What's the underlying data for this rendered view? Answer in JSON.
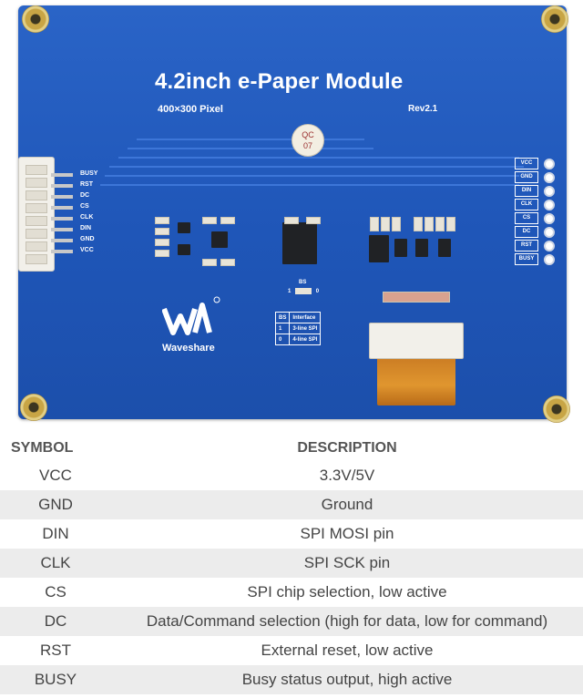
{
  "board": {
    "title": "4.2inch  e-Paper Module",
    "resolution": "400×300 Pixel",
    "revision": "Rev2.1",
    "qc_sticker": [
      "QC",
      "07"
    ],
    "left_pins": [
      "BUSY",
      "RST",
      "DC",
      "CS",
      "CLK",
      "DIN",
      "GND",
      "VCC"
    ],
    "right_pins": [
      "VCC",
      "GND",
      "DIN",
      "CLK",
      "CS",
      "DC",
      "RST",
      "BUSY"
    ],
    "brand": "Waveshare",
    "bs_switch": {
      "label": "BS",
      "left": "1",
      "right": "0"
    },
    "bs_table": [
      [
        "BS",
        "Interface"
      ],
      [
        "1",
        "3-line SPI"
      ],
      [
        "0",
        "4-line SPI"
      ]
    ],
    "colors": {
      "pcb_blue": "#1f56b8",
      "fpc_orange": "#e0962f",
      "gold": "#c8a545"
    }
  },
  "table": {
    "headers": {
      "symbol": "SYMBOL",
      "description": "DESCRIPTION"
    },
    "rows": [
      {
        "symbol": "VCC",
        "description": "3.3V/5V"
      },
      {
        "symbol": "GND",
        "description": "Ground"
      },
      {
        "symbol": "DIN",
        "description": "SPI MOSI pin"
      },
      {
        "symbol": "CLK",
        "description": "SPI SCK pin"
      },
      {
        "symbol": "CS",
        "description": "SPI chip selection, low active"
      },
      {
        "symbol": "DC",
        "description": "Data/Command selection (high for data, low for command)"
      },
      {
        "symbol": "RST",
        "description": "External reset, low active"
      },
      {
        "symbol": "BUSY",
        "description": "Busy status output, high active"
      }
    ]
  }
}
